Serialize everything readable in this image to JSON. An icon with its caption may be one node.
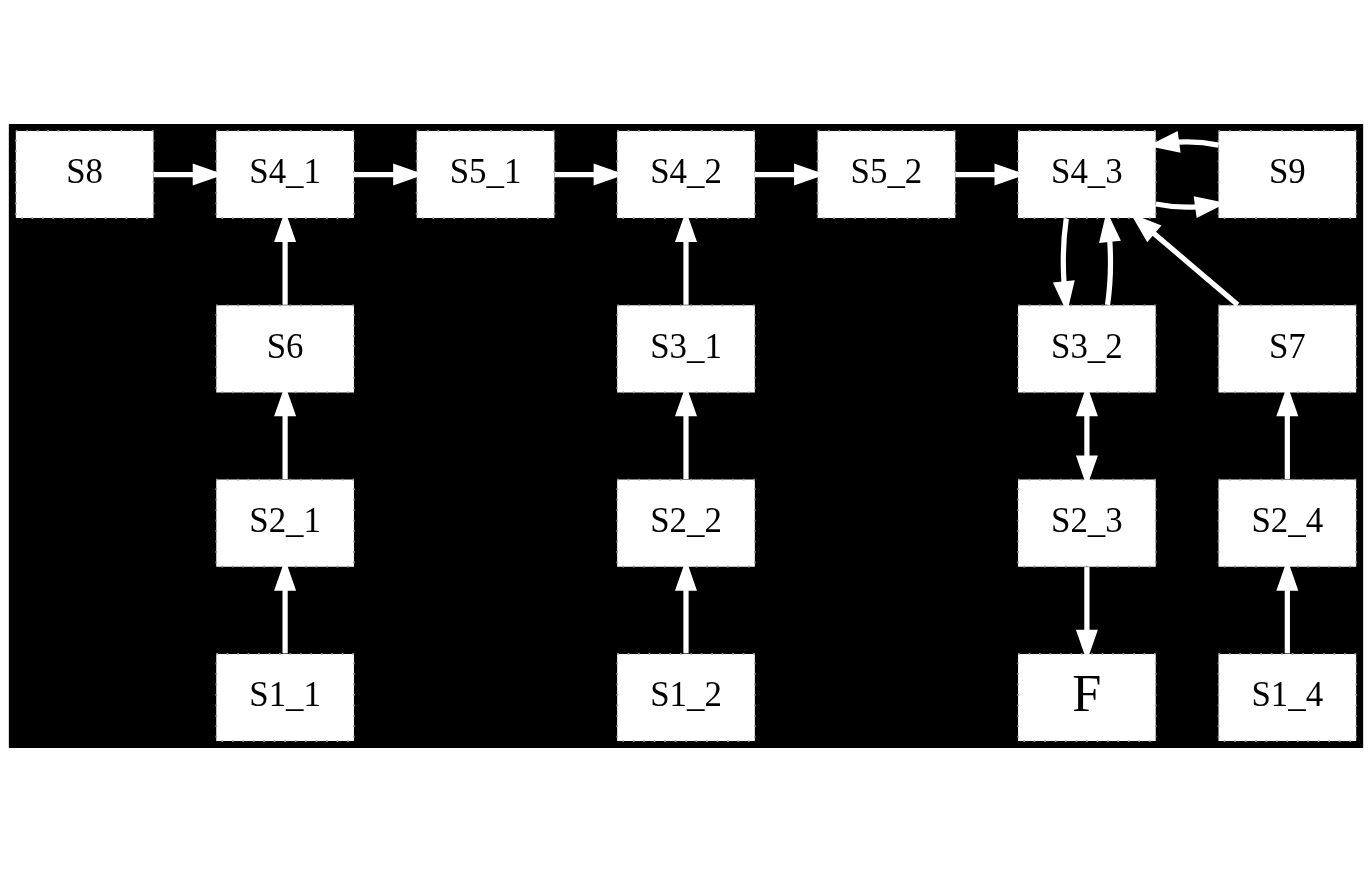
{
  "diagram": {
    "nodes": [
      {
        "text": [
          "S8"
        ]
      },
      {
        "text": [
          "S4_1"
        ]
      },
      {
        "text": [
          "S5_1"
        ]
      },
      {
        "text": [
          "S4_2"
        ]
      },
      {
        "text": [
          "S5_2"
        ]
      },
      {
        "text": [
          "S4_3"
        ]
      },
      {
        "text": [
          "S9"
        ]
      },
      {
        "text": [
          "S6"
        ]
      },
      {
        "text": [
          "S3_1"
        ]
      },
      {
        "text": [
          "S3_2"
        ]
      },
      {
        "text": [
          "S7"
        ]
      },
      {
        "text": [
          "S2_1"
        ]
      },
      {
        "text": [
          "S2_2"
        ]
      },
      {
        "text": [
          "S2_3"
        ]
      },
      {
        "text": [
          "S2_4"
        ]
      },
      {
        "text": [
          "S1_1"
        ]
      },
      {
        "text": [
          "S1_2"
        ]
      },
      {
        "text": [
          "F"
        ]
      },
      {
        "text": [
          "S1_4"
        ]
      }
    ],
    "edges": [
      {
        "from": 0,
        "to": 1,
        "arrow": "to"
      },
      {
        "from": 1,
        "to": 2,
        "arrow": "to"
      },
      {
        "from": 2,
        "to": 3,
        "arrow": "to"
      },
      {
        "from": 3,
        "to": 4,
        "arrow": "to"
      },
      {
        "from": 4,
        "to": 5,
        "arrow": "to"
      },
      {
        "from": 5,
        "to": 6,
        "arrow": "to"
      },
      {
        "from": 7,
        "to": 1,
        "arrow": "to"
      },
      {
        "from": 8,
        "to": 3,
        "arrow": "to"
      },
      {
        "from": 5,
        "to": 9,
        "arrow": "to"
      },
      {
        "from": 9,
        "to": 5,
        "arrow": "to"
      },
      {
        "from": 6,
        "to": 5,
        "arrow": "to"
      },
      {
        "from": 10,
        "to": 5,
        "arrow": "to"
      },
      {
        "from": 11,
        "to": 7,
        "arrow": "to"
      },
      {
        "from": 15,
        "to": 11,
        "arrow": "to"
      },
      {
        "from": 12,
        "to": 8,
        "arrow": "to"
      },
      {
        "from": 16,
        "to": 12,
        "arrow": "to"
      },
      {
        "from": 9,
        "to": 13,
        "arrow": "both"
      },
      {
        "from": 13,
        "to": 17,
        "arrow": "to"
      },
      {
        "from": 14,
        "to": 10,
        "arrow": "to"
      },
      {
        "from": 18,
        "to": 14,
        "arrow": "to"
      }
    ]
  }
}
